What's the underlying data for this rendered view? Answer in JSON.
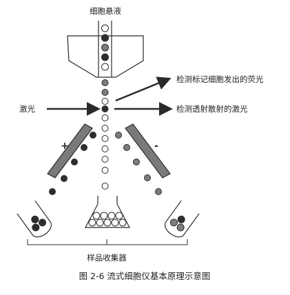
{
  "labels": {
    "cell_suspension": "细胞悬液",
    "laser": "激光",
    "detect_fluorescence": "检测标记细胞发出的荧光",
    "detect_scatter": "检测透射散射的激光",
    "sample_collector": "样品收集器",
    "plus": "+",
    "minus": "-"
  },
  "caption": "图 2-6 流式细胞仪基本原理示意图",
  "colors": {
    "line": "#2a2a2a",
    "plate_fill": "#7a7a7a",
    "dark_cell": "#2e2e2e",
    "mid_cell": "#7d7d7d",
    "light_cell": "#ffffff"
  }
}
